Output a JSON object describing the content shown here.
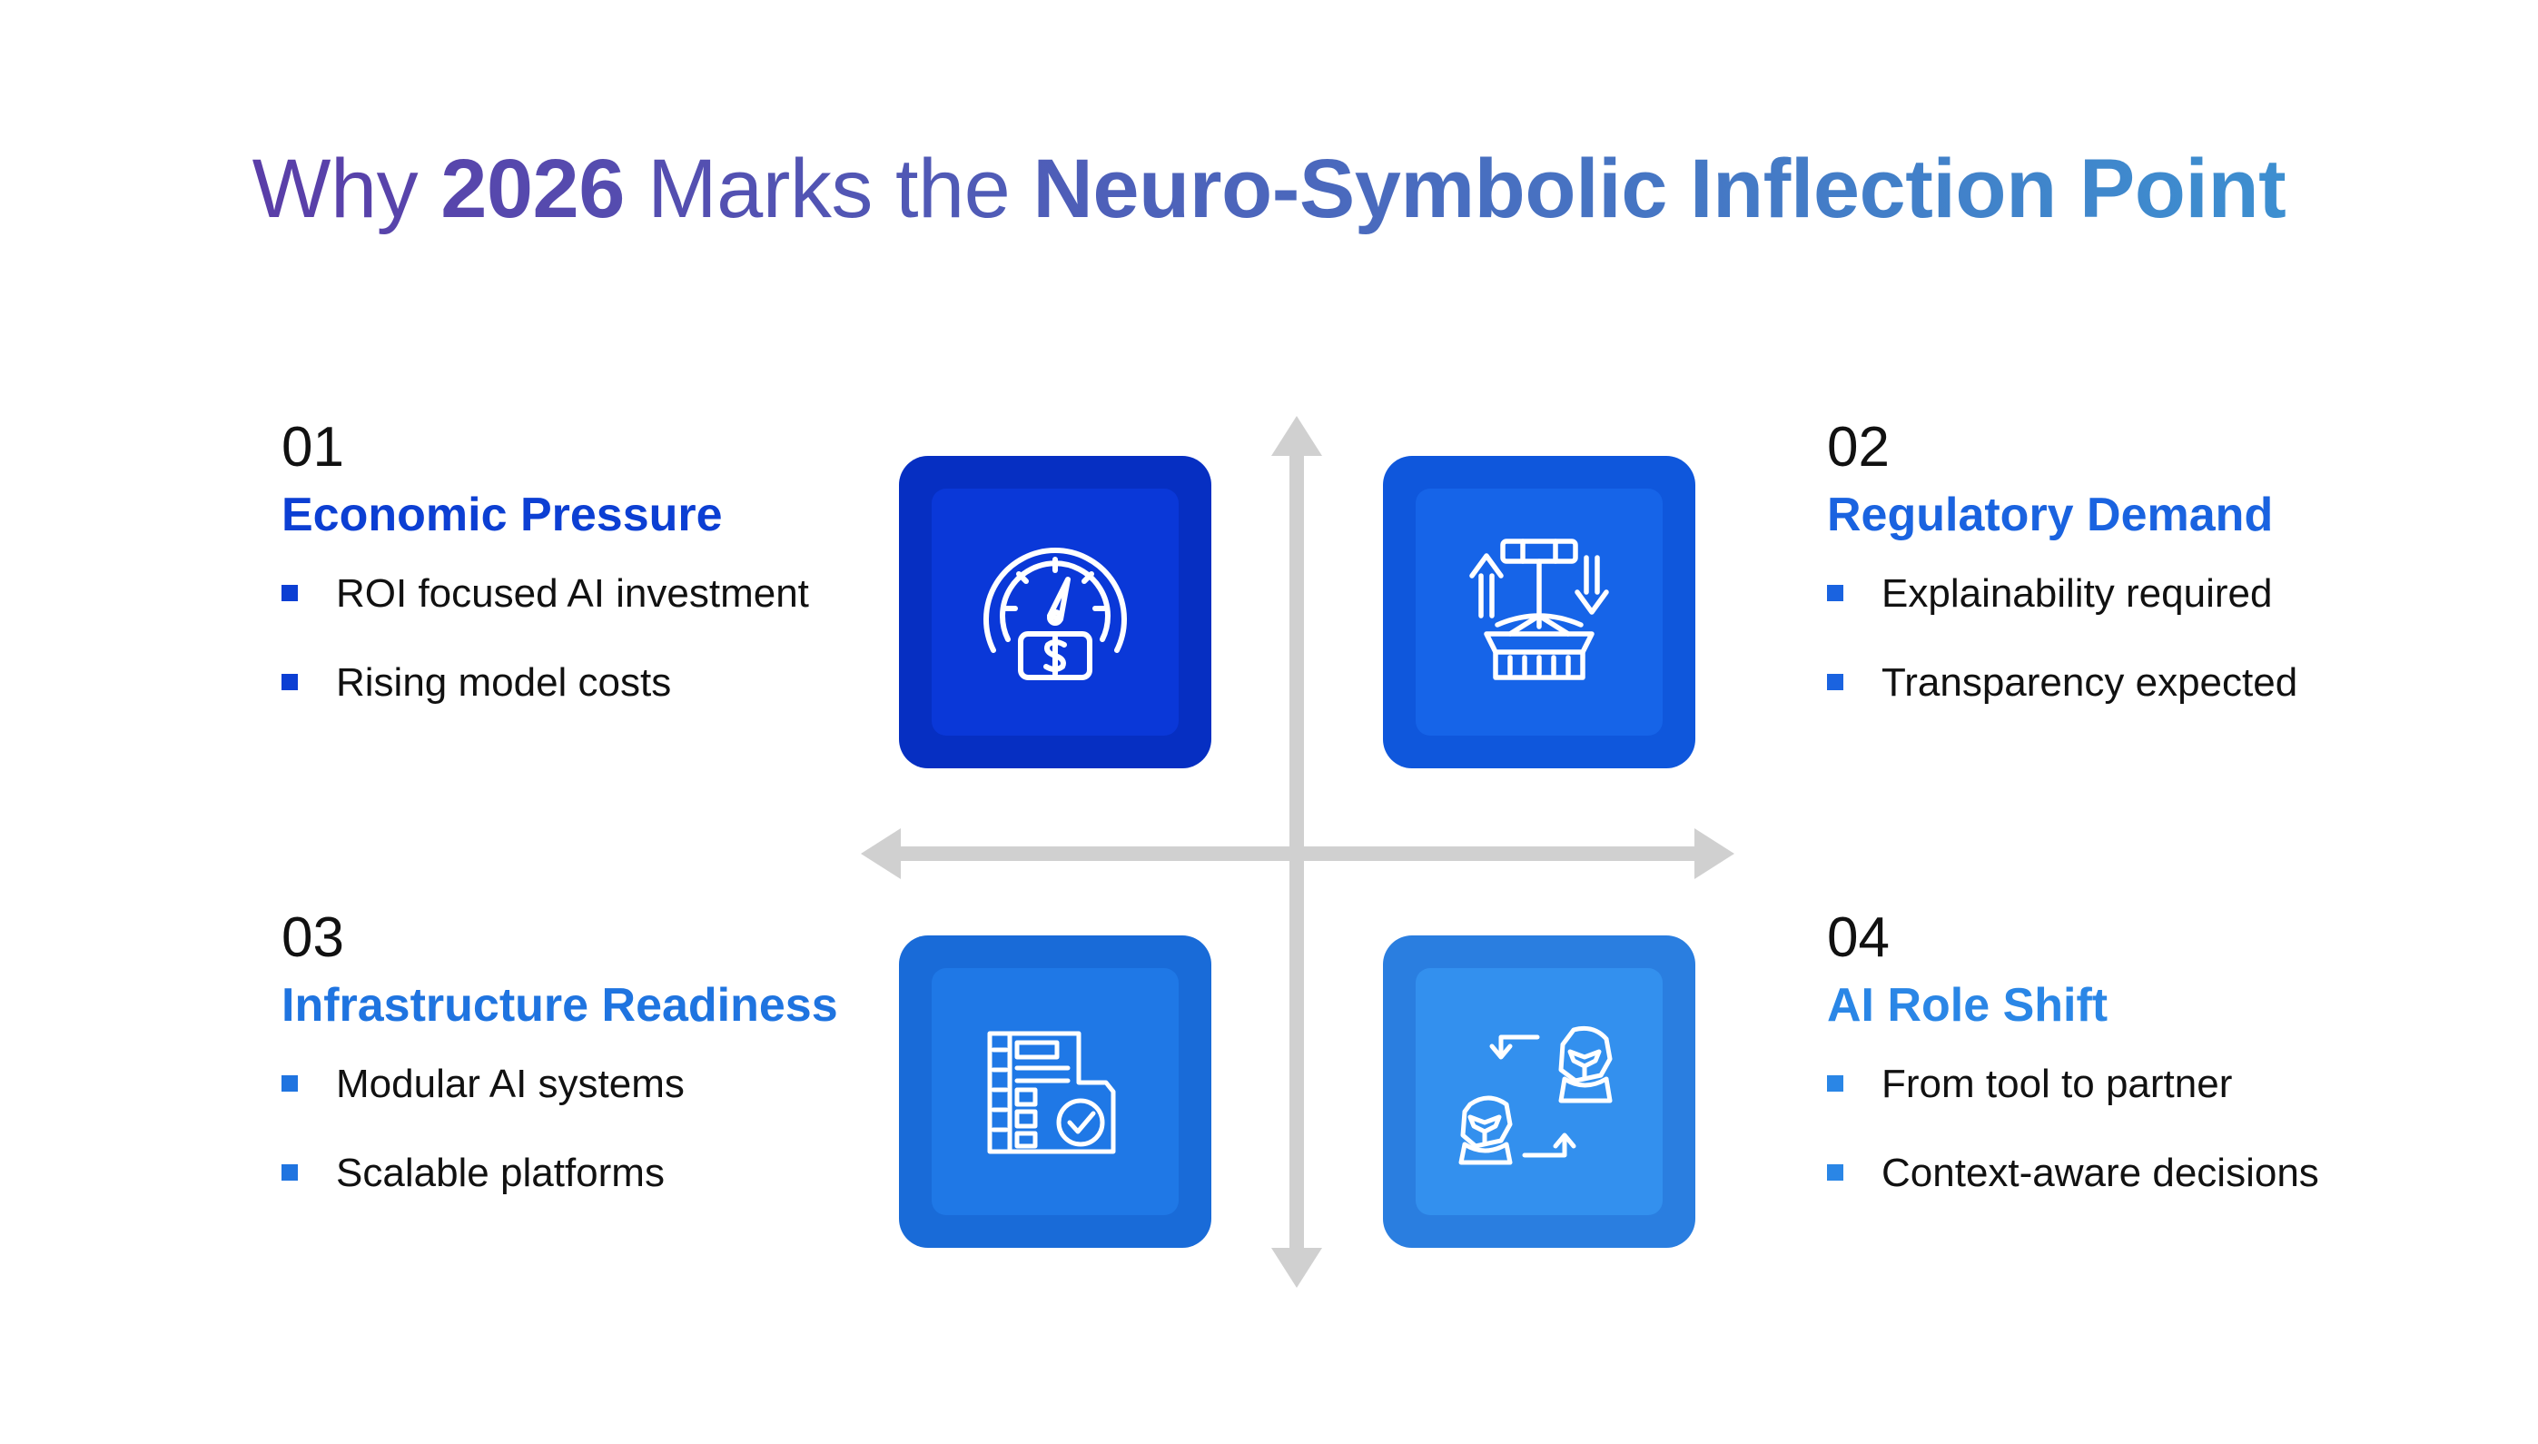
{
  "title": {
    "parts": [
      {
        "text": "Why ",
        "bold": false
      },
      {
        "text": "2026",
        "bold": true
      },
      {
        "text": " Marks the ",
        "bold": false
      },
      {
        "text": "Neuro-Symbolic Inflection Point",
        "bold": true
      }
    ],
    "gradient": [
      "#5a3ea8",
      "#3d8fd0"
    ]
  },
  "quadrants": [
    {
      "number": "01",
      "heading": "Economic Pressure",
      "heading_color": "#0c3fd3",
      "bullets": [
        "ROI focused AI investment",
        "Rising model costs"
      ],
      "bullet_color": "#0c3fd3",
      "icon": "speedometer-dollar-icon",
      "tile_outer": "#062fc2",
      "tile_inner": "#0a38d8"
    },
    {
      "number": "02",
      "heading": "Regulatory Demand",
      "heading_color": "#1a63e0",
      "bullets": [
        "Explainability required",
        "Transparency expected"
      ],
      "bullet_color": "#1a63e0",
      "icon": "gavel-scales-icon",
      "tile_outer": "#0f57dc",
      "tile_inner": "#1664e8"
    },
    {
      "number": "03",
      "heading": "Infrastructure Readiness",
      "heading_color": "#1f74e0",
      "bullets": [
        "Modular AI systems",
        "Scalable platforms"
      ],
      "bullet_color": "#1f74e0",
      "icon": "document-check-icon",
      "tile_outer": "#196bd8",
      "tile_inner": "#1f78e6"
    },
    {
      "number": "04",
      "heading": "AI Role Shift",
      "heading_color": "#2a86e6",
      "bullets": [
        "From tool to partner",
        "Context-aware decisions"
      ],
      "bullet_color": "#2a86e6",
      "icon": "robot-exchange-icon",
      "tile_outer": "#2a7ee0",
      "tile_inner": "#3390ee"
    }
  ],
  "axis_color": "#d0d0d0"
}
